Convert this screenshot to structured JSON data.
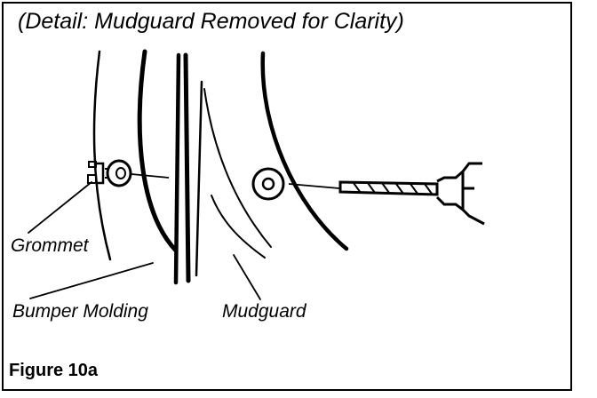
{
  "title": "(Detail: Mudguard Removed for Clarity)",
  "labels": {
    "grommet": "Grommet",
    "bumper_molding": "Bumper Molding",
    "mudguard": "Mudguard"
  },
  "figure_label": "Figure 10a"
}
